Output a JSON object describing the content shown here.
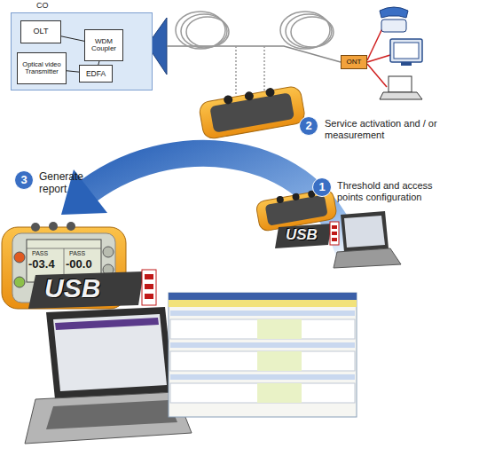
{
  "diagram": {
    "nodes": [
      {
        "text": [
          "CO"
        ]
      },
      {
        "text": [
          "OLT"
        ],
        "in": 0
      },
      {
        "text": [
          "WDM Coupler"
        ],
        "in": 0
      },
      {
        "text": [
          "Optical video Transmitter"
        ],
        "in": 0
      },
      {
        "text": [
          "EDFA"
        ],
        "in": 0
      },
      {
        "text": [
          "ONT"
        ]
      },
      {
        "text": [
          "2"
        ]
      },
      {
        "text": [
          "3"
        ]
      },
      {
        "text": [
          "1"
        ]
      }
    ],
    "edges": [
      {
        "from": 1,
        "to": 2,
        "arrow": "none"
      },
      {
        "from": 3,
        "to": 4,
        "arrow": "none"
      },
      {
        "from": 4,
        "to": 2,
        "arrow": "none"
      }
    ],
    "labels": [
      "Service activation and / or measurement",
      "Threshold and access points configuration",
      "Generate report",
      "USB",
      "USB",
      "PASS",
      "-03.4",
      "PASS",
      "-00.0"
    ]
  }
}
